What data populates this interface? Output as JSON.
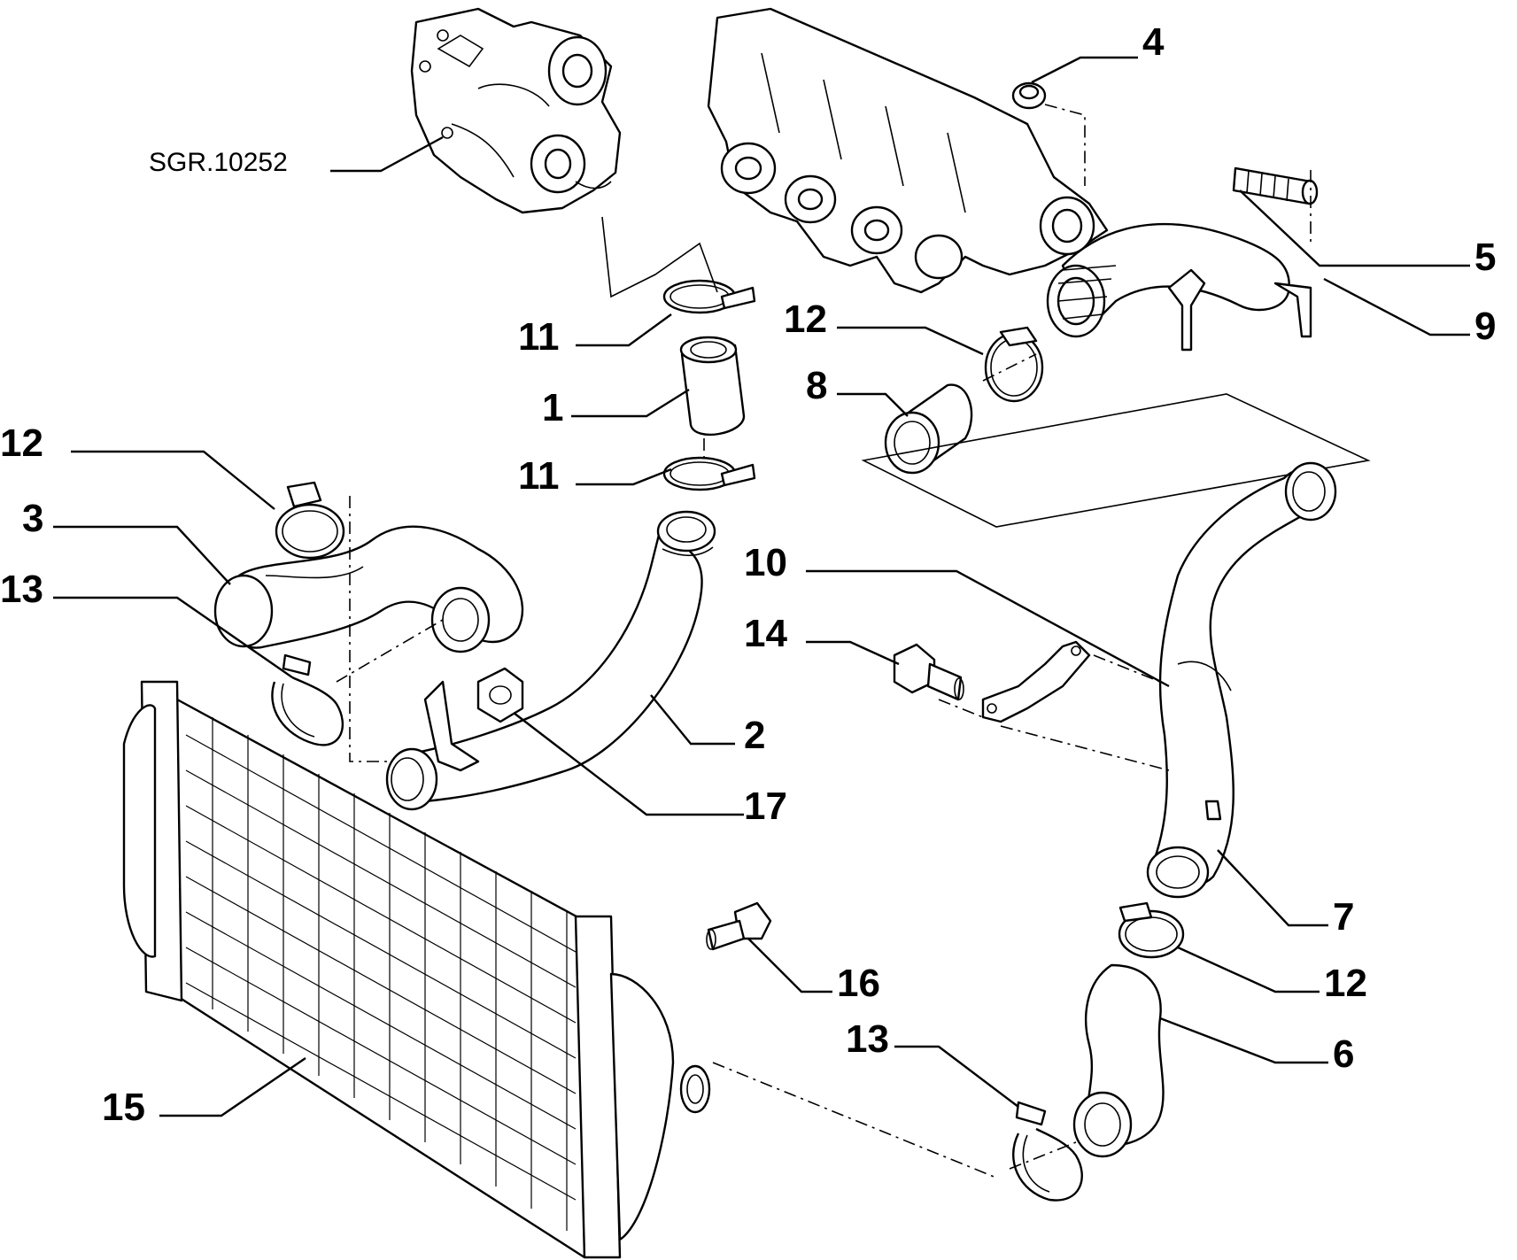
{
  "diagram": {
    "reference_code": "SGR.10252",
    "callouts": [
      {
        "id": "c4",
        "text": "4"
      },
      {
        "id": "c5",
        "text": "5"
      },
      {
        "id": "c9",
        "text": "9"
      },
      {
        "id": "c11a",
        "text": "11"
      },
      {
        "id": "c12a",
        "text": "12"
      },
      {
        "id": "c1",
        "text": "1"
      },
      {
        "id": "c8",
        "text": "8"
      },
      {
        "id": "c11b",
        "text": "11"
      },
      {
        "id": "c12b",
        "text": "12"
      },
      {
        "id": "c3",
        "text": "3"
      },
      {
        "id": "c13a",
        "text": "13"
      },
      {
        "id": "c10",
        "text": "10"
      },
      {
        "id": "c14",
        "text": "14"
      },
      {
        "id": "c2",
        "text": "2"
      },
      {
        "id": "c17",
        "text": "17"
      },
      {
        "id": "c7",
        "text": "7"
      },
      {
        "id": "c16",
        "text": "16"
      },
      {
        "id": "c12c",
        "text": "12"
      },
      {
        "id": "c6",
        "text": "6"
      },
      {
        "id": "c13b",
        "text": "13"
      },
      {
        "id": "c15",
        "text": "15"
      }
    ]
  }
}
